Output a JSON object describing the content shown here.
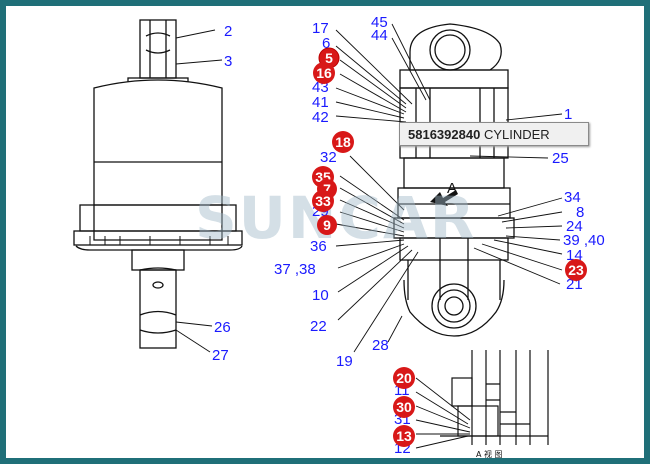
{
  "watermark": "SUNCAR",
  "tooltip": {
    "part_number": "5816392840",
    "name": "CYLINDER"
  },
  "left_labels": {
    "l2": "2",
    "l3": "3",
    "l26": "26",
    "l27": "27"
  },
  "right_labels": {
    "l17": "17",
    "l6": "6",
    "l45": "45",
    "l44": "44",
    "l43": "43",
    "l41": "41",
    "l42": "42",
    "l1": "1",
    "l32": "32",
    "l25": "25",
    "l29": "29",
    "l36": "36",
    "l3738": "37 ,38",
    "l10": "10",
    "l22": "22",
    "l19": "19",
    "l28": "28",
    "l34": "34",
    "l8": "8",
    "l24": "24",
    "l3940": "39 ,40",
    "l14": "14",
    "l21": "21",
    "l11": "11",
    "l31": "31",
    "l12": "12",
    "lA": "A",
    "detail_caption": "A 视 图"
  },
  "highlighted_labels": {
    "h5": "5",
    "h16": "16",
    "h18": "18",
    "h35": "35",
    "h7": "7",
    "h33": "33",
    "h9": "9",
    "h23": "23",
    "h20": "20",
    "h30": "30",
    "h13": "13"
  },
  "colors": {
    "label": "#1a1aff",
    "highlight": "#d81818",
    "frame": "#1f6f78",
    "line": "#111111"
  }
}
